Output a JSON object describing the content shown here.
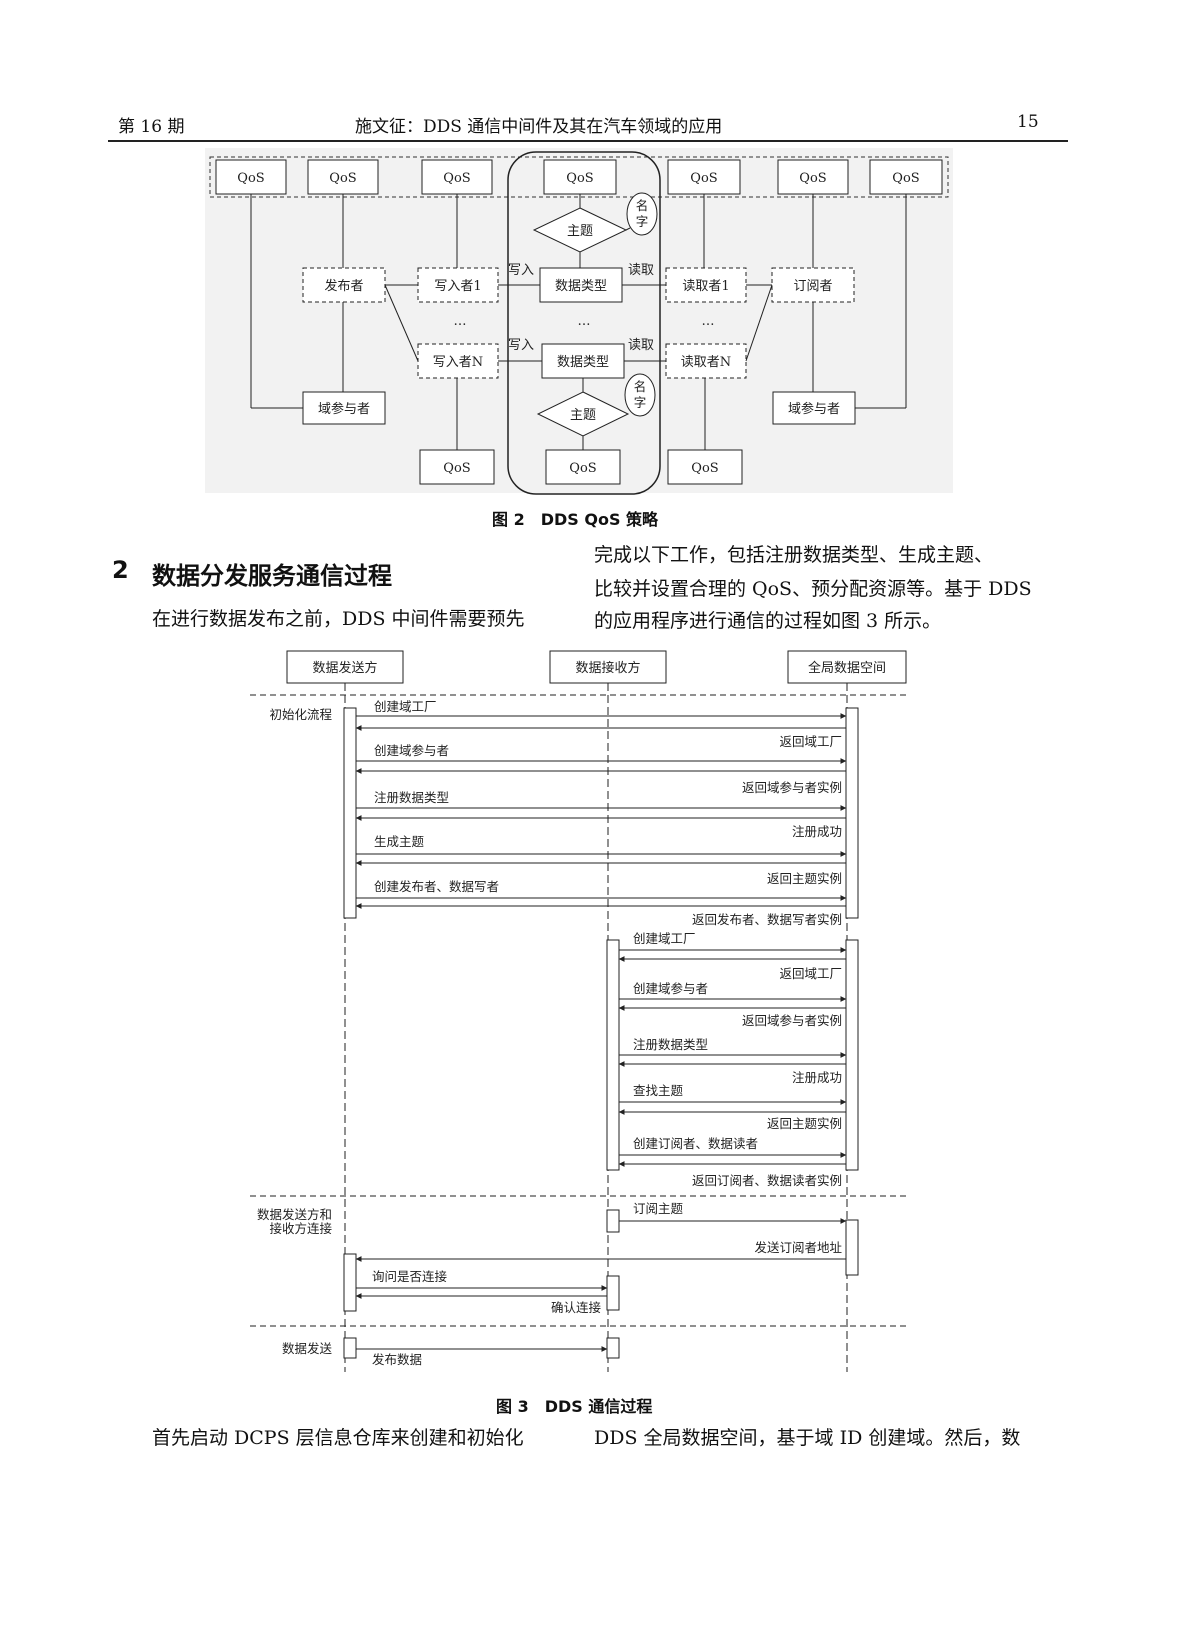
{
  "header": {
    "issue": "第 16 期",
    "title": "施文征：DDS 通信中间件及其在汽车领域的应用",
    "page": "15"
  },
  "figure2": {
    "caption": "图 2　DDS QoS 策略",
    "qos": "QoS",
    "publisher": "发布者",
    "subscriber": "订阅者",
    "writer1": "写入者1",
    "writerN": "写入者N",
    "reader1": "读取者1",
    "readerN": "读取者N",
    "datatype": "数据类型",
    "topic": "主题",
    "name": "名字",
    "write": "写入",
    "read": "读取",
    "ellipsis": "…",
    "domain_participant": "域参与者"
  },
  "section": {
    "number": "2",
    "title": "数据分发服务通信过程"
  },
  "paragraph1": {
    "left": "在进行数据发布之前，DDS 中间件需要预先",
    "right1": "完成以下工作，包括注册数据类型、生成主题、",
    "right2": "比较并设置合理的 QoS、预分配资源等。基于 DDS",
    "right3": "的应用程序进行通信的过程如图 3 所示。"
  },
  "figure3": {
    "caption": "图 3　DDS 通信过程",
    "lanes": [
      "数据发送方",
      "数据接收方",
      "全局数据空间"
    ],
    "phase_init": "初始化流程",
    "phase_connect_1": "数据发送方和",
    "phase_connect_2": "接收方连接",
    "phase_send": "数据发送",
    "sender_init": [
      {
        "req": "创建域工厂",
        "resp": "返回域工厂"
      },
      {
        "req": "创建域参与者",
        "resp": "返回域参与者实例"
      },
      {
        "req": "注册数据类型",
        "resp": "注册成功"
      },
      {
        "req": "生成主题",
        "resp": "返回主题实例"
      },
      {
        "req": "创建发布者、数据写者",
        "resp": "返回发布者、数据写者实例"
      }
    ],
    "receiver_init": [
      {
        "req": "创建域工厂",
        "resp": "返回域工厂"
      },
      {
        "req": "创建域参与者",
        "resp": "返回域参与者实例"
      },
      {
        "req": "注册数据类型",
        "resp": "注册成功"
      },
      {
        "req": "查找主题",
        "resp": "返回主题实例"
      },
      {
        "req": "创建订阅者、数据读者",
        "resp": "返回订阅者、数据读者实例"
      }
    ],
    "subscribe": "订阅主题",
    "send_addr": "发送订阅者地址",
    "ask_connect": "询问是否连接",
    "confirm": "确认连接",
    "publish": "发布数据"
  },
  "paragraph2": {
    "left": "首先启动 DCPS 层信息仓库来创建和初始化",
    "right": "DDS 全局数据空间，基于域 ID 创建域。然后，数"
  }
}
